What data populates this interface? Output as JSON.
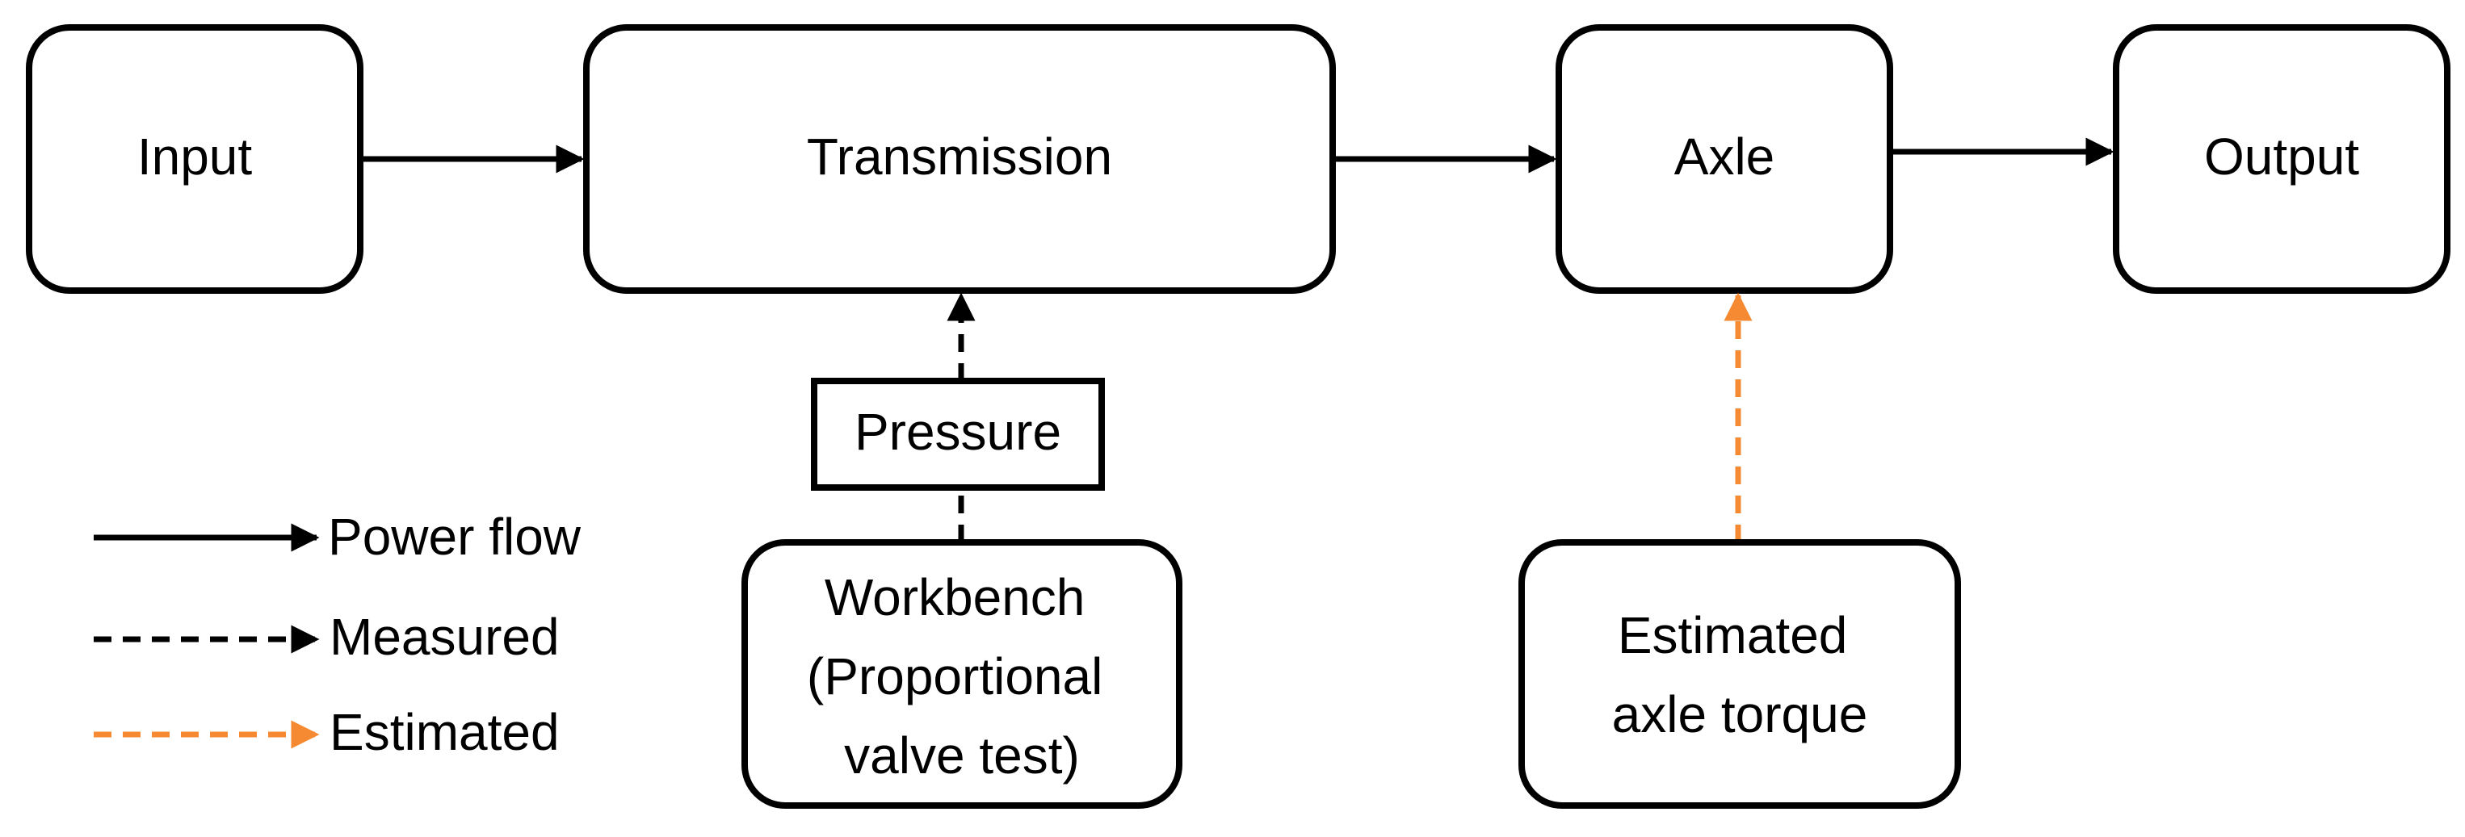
{
  "colors": {
    "line": "#000000",
    "estimated": "#F58A33",
    "background": "#FFFFFF"
  },
  "nodes": {
    "input": "Input",
    "transmission": "Transmission",
    "axle": "Axle",
    "output": "Output",
    "pressure": "Pressure",
    "workbench": [
      "Workbench",
      "(Proportional",
      "valve test)"
    ],
    "estimated_torque": [
      "Estimated",
      "axle torque"
    ]
  },
  "legend": {
    "power_flow": "Power flow",
    "measured": "Measured",
    "estimated": "Estimated"
  }
}
